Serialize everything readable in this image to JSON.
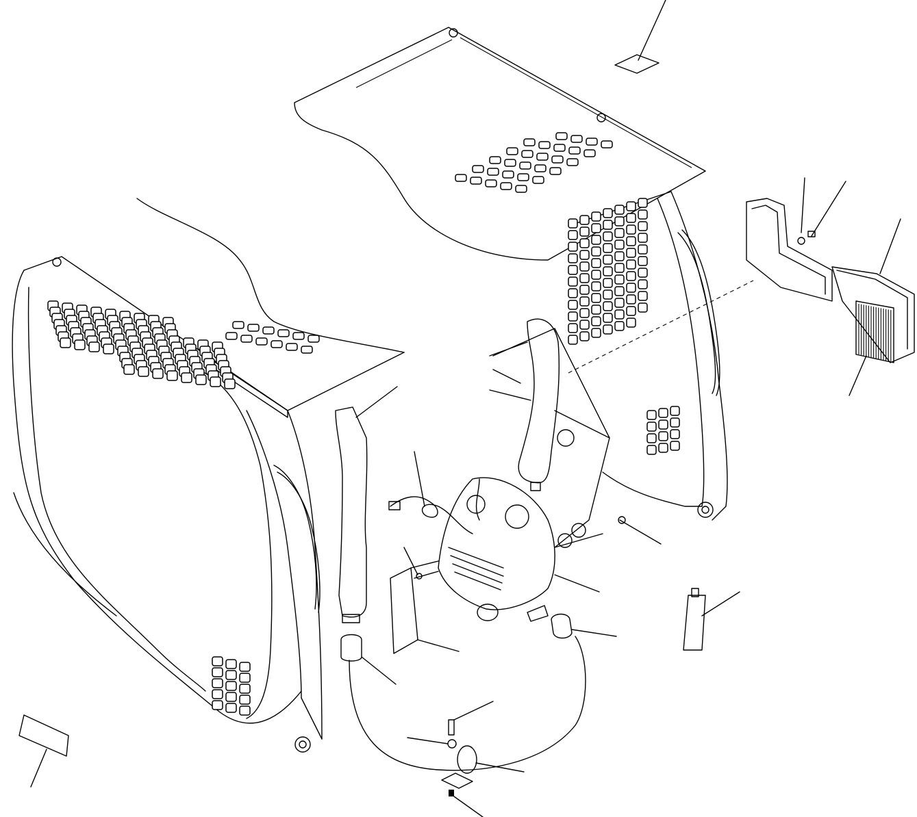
{
  "figure": {
    "type": "exploded parts diagram",
    "style": "black line art on white",
    "labels": []
  },
  "parts": [
    {
      "id": "roof-panel",
      "icon": "perforated-roof-panel"
    },
    {
      "id": "cab-side-panel",
      "icon": "perforated-cab-panel"
    },
    {
      "id": "rear-screen",
      "icon": "rear-screen-frame"
    },
    {
      "id": "duct-left",
      "icon": "air-duct"
    },
    {
      "id": "duct-right",
      "icon": "air-duct"
    },
    {
      "id": "air-unit",
      "icon": "hvac-unit"
    },
    {
      "id": "filter-cover",
      "icon": "filter-cover"
    },
    {
      "id": "air-filter",
      "icon": "air-filter"
    },
    {
      "id": "wire-harness",
      "icon": "harness"
    },
    {
      "id": "bracket",
      "icon": "bracket"
    },
    {
      "id": "hose",
      "icon": "drain-hose"
    },
    {
      "id": "clamp",
      "icon": "hose-clamp"
    },
    {
      "id": "grease-tube",
      "icon": "tube"
    },
    {
      "id": "decal-small",
      "icon": "decal"
    },
    {
      "id": "decal-large",
      "icon": "decal"
    }
  ]
}
